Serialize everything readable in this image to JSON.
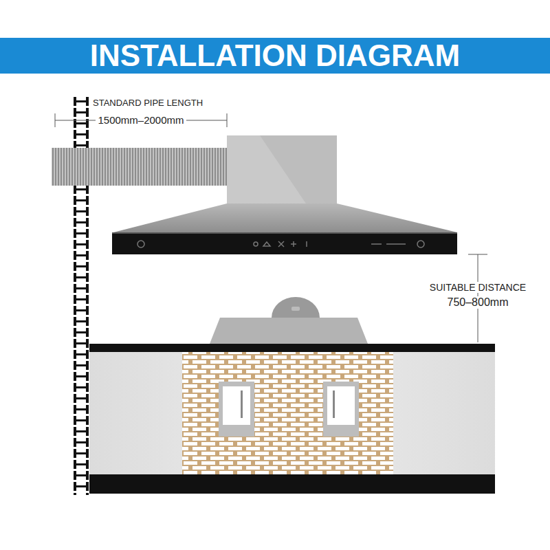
{
  "diagram": {
    "title": "INSTALLATION DIAGRAM",
    "labels": [
      "STANDARD PIPE LENGTH",
      "1500mm–2000mm",
      "SUITABLE DISTANCE",
      "750–800mm"
    ]
  }
}
